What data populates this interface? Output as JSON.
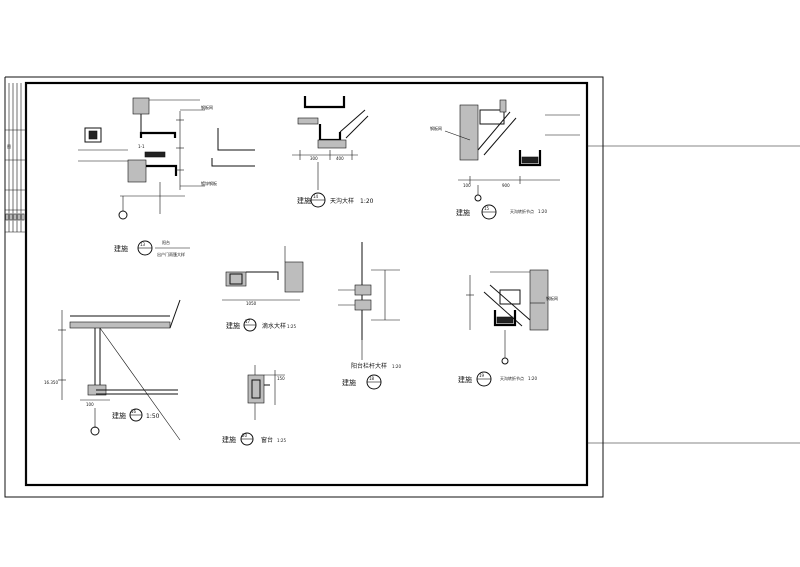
{
  "sheet": {
    "stamp_glyph": "图"
  },
  "details": [
    {
      "id": "d1",
      "prefix": "建施",
      "number": "13",
      "name_top": "阳台",
      "name_bottom": "出户门雨篷大样"
    },
    {
      "id": "d2",
      "prefix": "建施",
      "number": "14",
      "name": "天沟大样",
      "scale": "1:20"
    },
    {
      "id": "d3",
      "prefix": "建施",
      "number": "15",
      "name": "天沟转折节点",
      "scale": "1:20"
    },
    {
      "id": "d4",
      "prefix": "建施",
      "number": "16",
      "name": "",
      "scale": "1:50"
    },
    {
      "id": "d5",
      "prefix": "建施",
      "number": "17",
      "name": "滴水大样",
      "scale": "1:25"
    },
    {
      "id": "d6",
      "prefix": "建施",
      "number": "18",
      "name": "阳台栏杆大样",
      "scale": "1:20"
    },
    {
      "id": "d7",
      "prefix": "建施",
      "number": "19",
      "name": "天沟转折节点",
      "scale": "1:20"
    },
    {
      "id": "d8",
      "prefix": "建施",
      "number": "20",
      "name": "窗台",
      "scale": "1:25"
    }
  ],
  "annotations": {
    "d1_dim": "1-1",
    "d1_note_a": "钢板网",
    "d1_note_b": "镀锌钢板",
    "d2_dim_a": "300",
    "d2_dim_b": "400",
    "d3_dim_a": "900",
    "d3_dim_b": "100",
    "d3_label": "钢板网",
    "d4_elev": "16.350",
    "d4_dim": "100",
    "d5_dim": "1050",
    "d7_label": "钢板网",
    "d8_dim": "150"
  }
}
